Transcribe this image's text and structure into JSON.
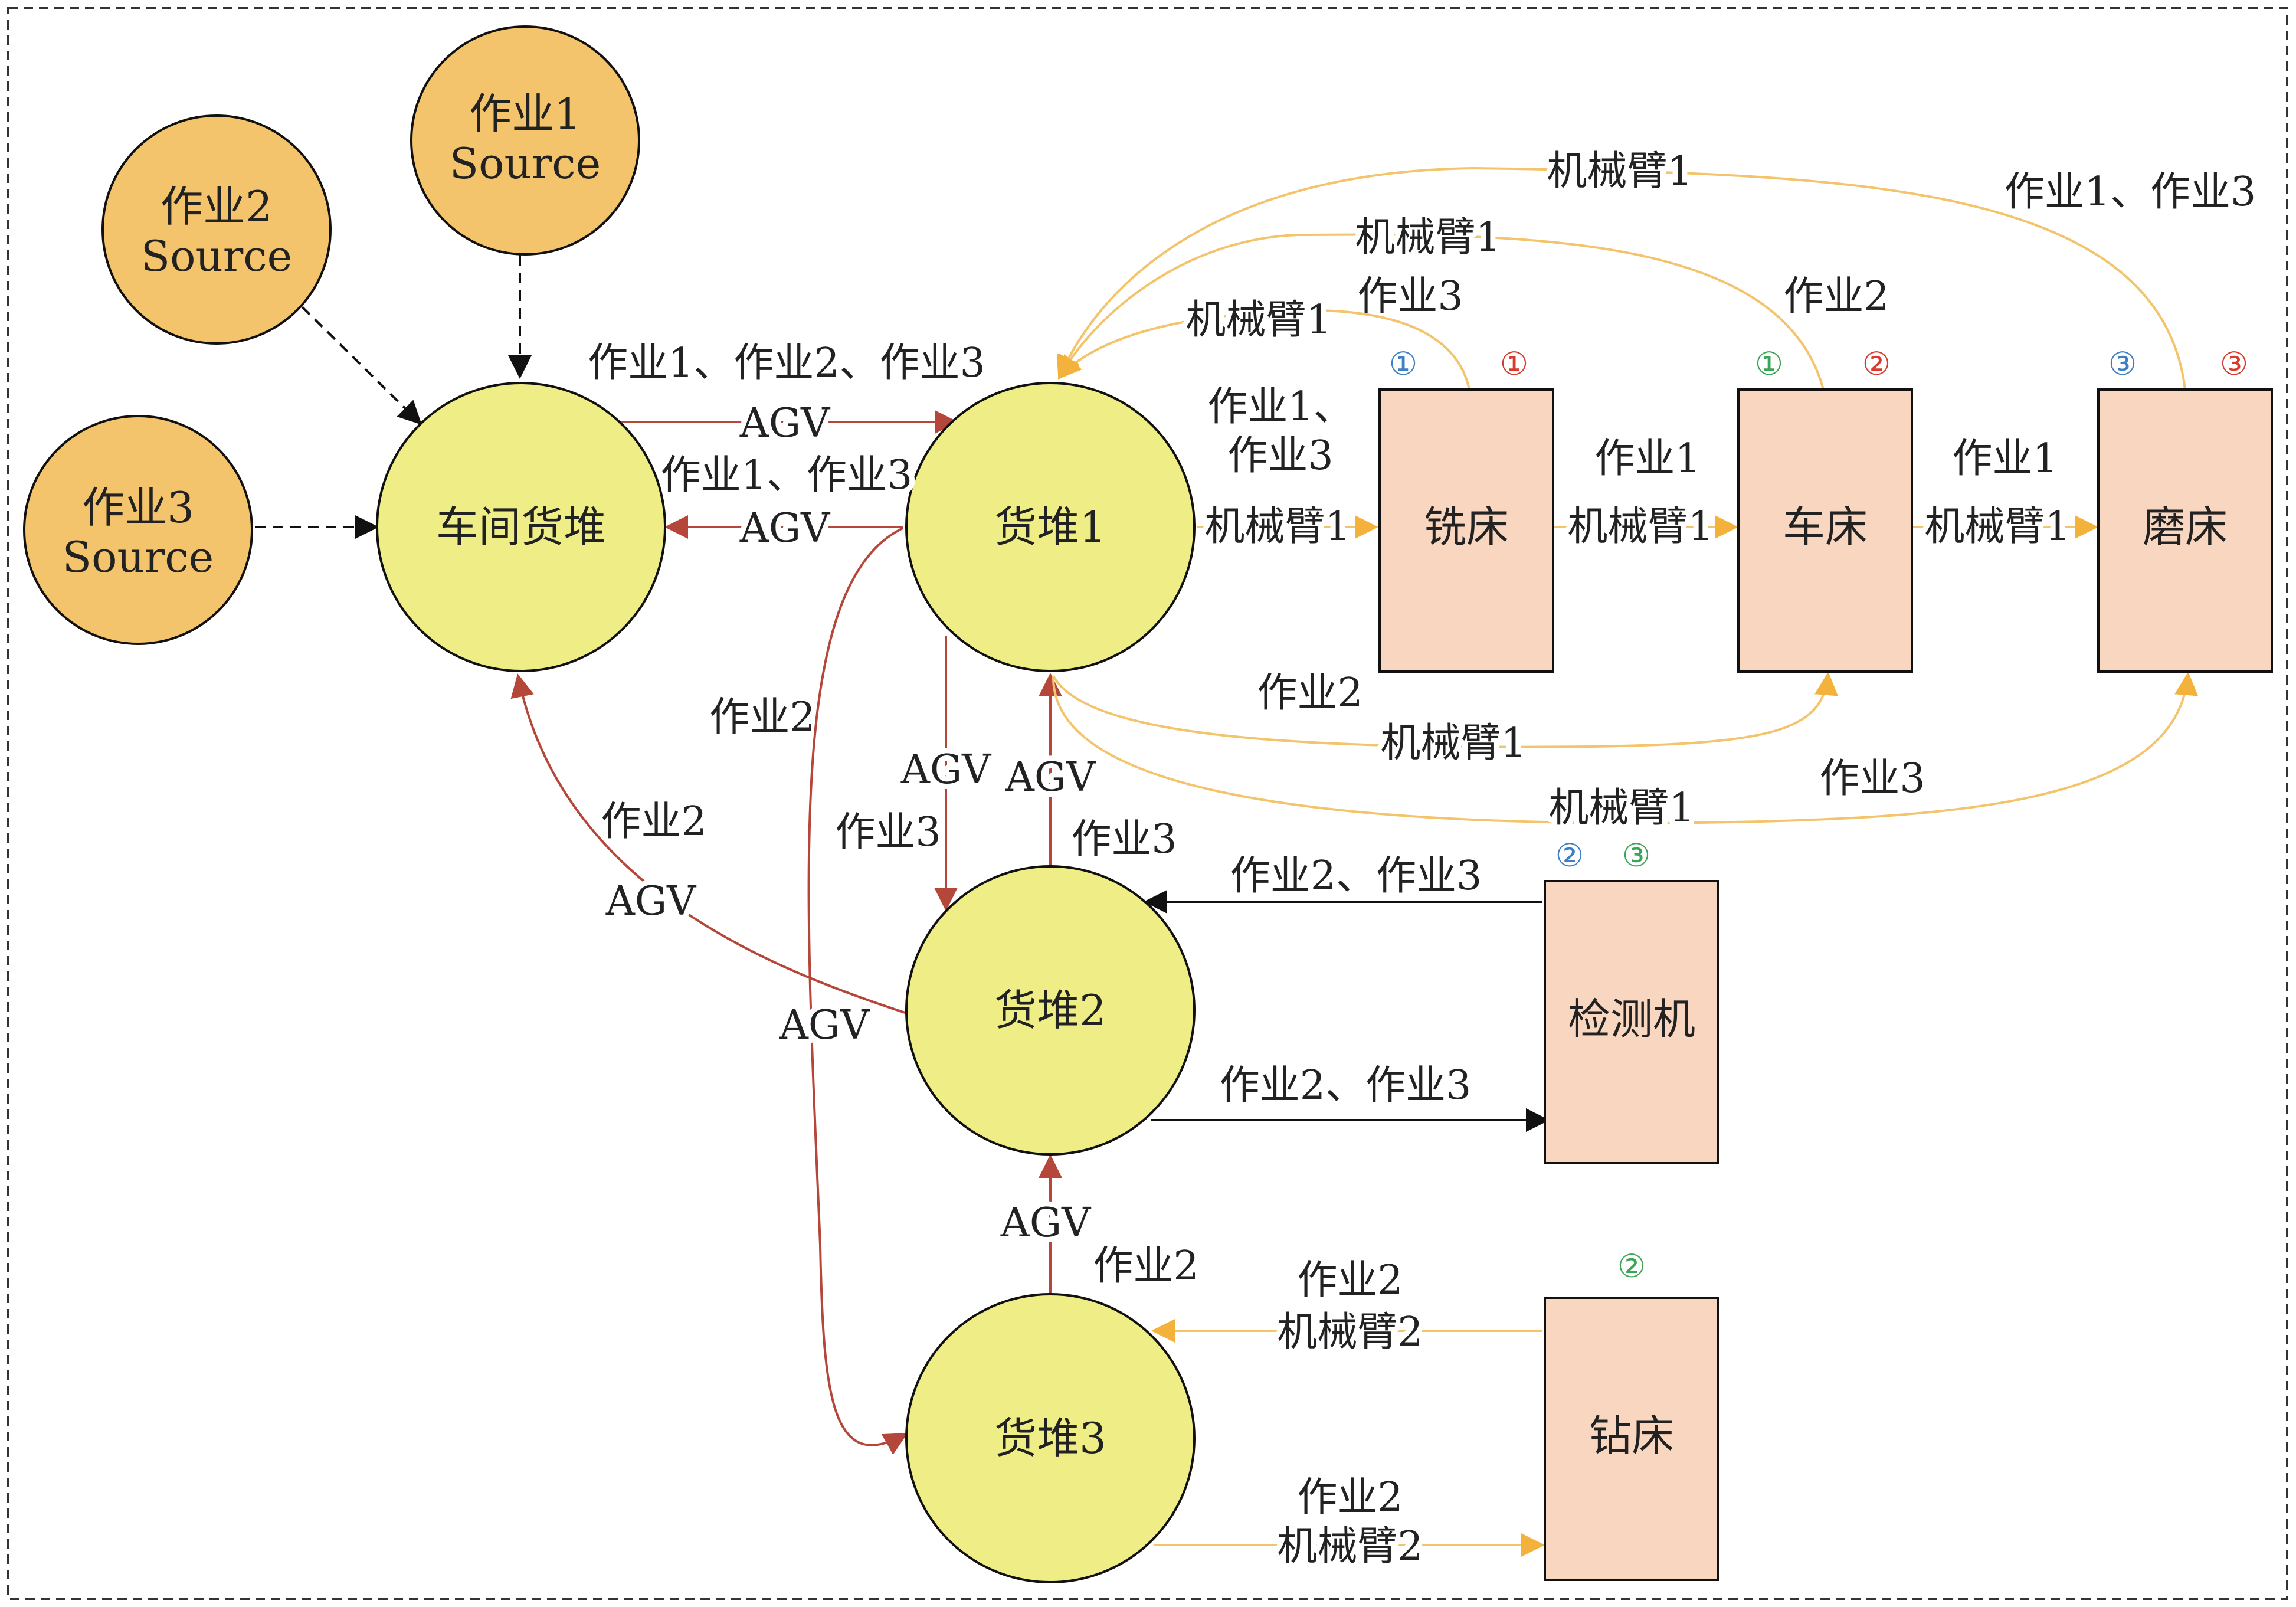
{
  "colors": {
    "source_fill": "#F3C46C",
    "buffer_fill": "#EFEE86",
    "machine_fill": "#F9D6BF",
    "agv": "#B5473A",
    "robot": "#F3C46C",
    "black": "#111111",
    "mark_blue": "#3E7FC4",
    "mark_red": "#D83A2E",
    "mark_green": "#3AA655"
  },
  "sources": [
    {
      "line1": "作业1",
      "line2": "Source"
    },
    {
      "line1": "作业2",
      "line2": "Source"
    },
    {
      "line1": "作业3",
      "line2": "Source"
    }
  ],
  "buffers": {
    "workshop": "车间货堆",
    "b1": "货堆1",
    "b2": "货堆2",
    "b3": "货堆3"
  },
  "machines": {
    "mill": "铣床",
    "lathe": "车床",
    "grinder": "磨床",
    "inspect": "检测机",
    "drill": "钻床"
  },
  "marks": {
    "mill": [
      "①",
      "①"
    ],
    "lathe": [
      "①",
      "②"
    ],
    "grinder": [
      "③",
      "③"
    ],
    "inspect": [
      "②",
      "③"
    ],
    "drill": [
      "②"
    ]
  },
  "labels": {
    "ws_b1_jobs": "作业1、作业2、作业3",
    "ws_b1_agv": "AGV",
    "b1_ws_jobs": "作业1、作业3",
    "b1_ws_agv": "AGV",
    "b1_mill_jobs_a": "作业1、",
    "b1_mill_jobs_b": "作业3",
    "b1_mill_arm": "机械臂1",
    "mill_lathe_job": "作业1",
    "mill_lathe_arm": "机械臂1",
    "lathe_grinder_job": "作业1",
    "lathe_grinder_arm": "机械臂1",
    "grinder_b1_arm": "机械臂1",
    "grinder_b1_jobs": "作业1、作业3",
    "lathe_b1_arm": "机械臂1",
    "lathe_b1_job": "作业2",
    "mill_b1_arm": "机械臂1",
    "mill_b1_job": "作业3",
    "b1_lathe_job": "作业2",
    "b1_lathe_arm": "机械臂1",
    "b1_grinder_job": "作业3",
    "b1_grinder_arm": "机械臂1",
    "b1_b3_job": "作业2",
    "b1_b3_agv": "AGV",
    "b1_b2_agv": "AGV",
    "b1_b2_job": "作业3",
    "b2_b1_agv": "AGV",
    "b2_b1_job": "作业3",
    "b2_ws_job": "作业2",
    "b2_ws_agv": "AGV",
    "inspect_b2_jobs": "作业2、作业3",
    "b2_inspect_jobs": "作业2、作业3",
    "b3_b2_agv": "AGV",
    "b3_b2_job": "作业2",
    "drill_b3_job": "作业2",
    "drill_b3_arm": "机械臂2",
    "b3_drill_job": "作业2",
    "b3_drill_arm": "机械臂2"
  }
}
